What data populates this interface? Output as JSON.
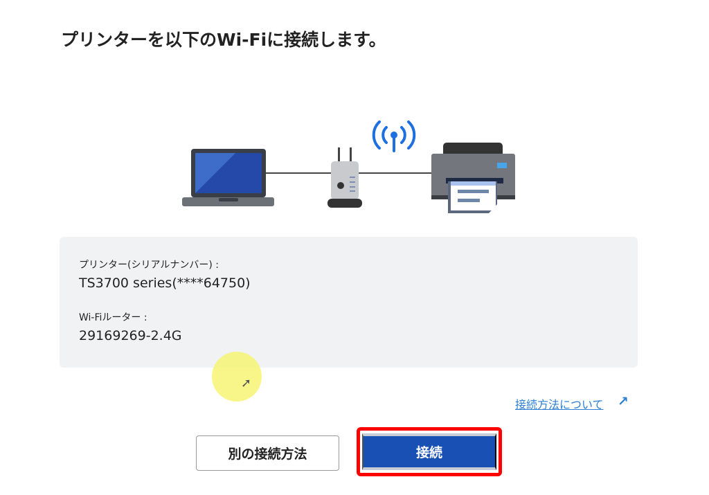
{
  "title": "プリンターを以下のWi-Fiに接続します。",
  "info": {
    "printer_label": "プリンター(シリアルナンバー) :",
    "printer_value": "TS3700 series(****64750)",
    "router_label": "Wi-Fiルーター :",
    "router_value": "29169269-2.4G"
  },
  "link": {
    "label": "接続方法について",
    "icon": "external-link-icon"
  },
  "buttons": {
    "alternate": "別の接続方法",
    "connect": "接続"
  },
  "colors": {
    "accent": "#1850b4",
    "link": "#2d7fd3",
    "highlight": "#ff0000"
  }
}
